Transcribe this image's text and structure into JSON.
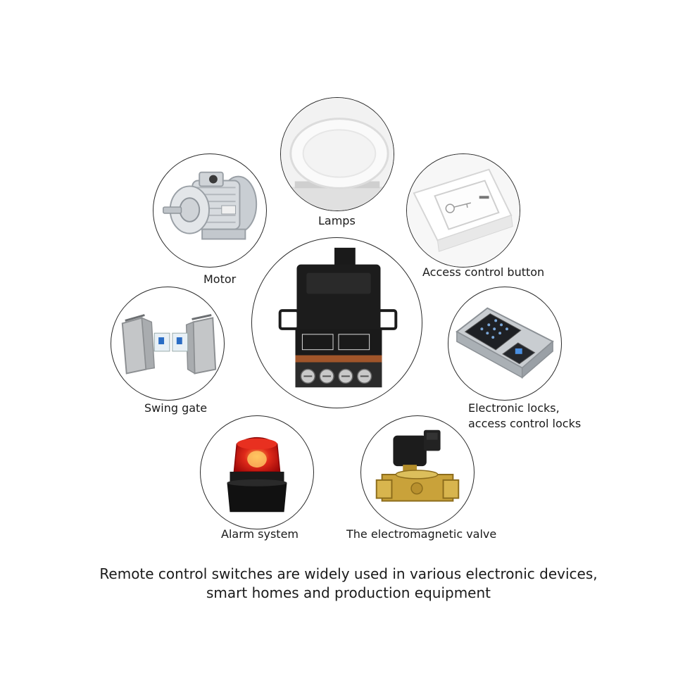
{
  "devices": {
    "lamps": {
      "label": "Lamps",
      "icon": "ceiling-lamp-icon"
    },
    "motor": {
      "label": "Motor",
      "icon": "electric-motor-icon"
    },
    "access_button": {
      "label": "Access control button",
      "icon": "exit-button-icon"
    },
    "swing_gate": {
      "label": "Swing gate",
      "icon": "turnstile-gate-icon"
    },
    "electronic_locks": {
      "label_line1": "Electronic locks,",
      "label_line2": "access control locks",
      "icon": "electronic-lock-icon"
    },
    "alarm": {
      "label": "Alarm system",
      "icon": "alarm-beacon-icon"
    },
    "valve": {
      "label": "The electromagnetic valve",
      "icon": "solenoid-valve-icon"
    },
    "relay": {
      "icon": "relay-switch-module-icon"
    }
  },
  "caption": {
    "line1": "Remote control switches are widely used in various electronic devices,",
    "line2": "smart homes and production equipment"
  },
  "colors": {
    "outline": "#2a2a2a",
    "relay_body": "#1c1c1c",
    "alarm_red": "#d01010",
    "valve_brass": "#c9a23a"
  }
}
